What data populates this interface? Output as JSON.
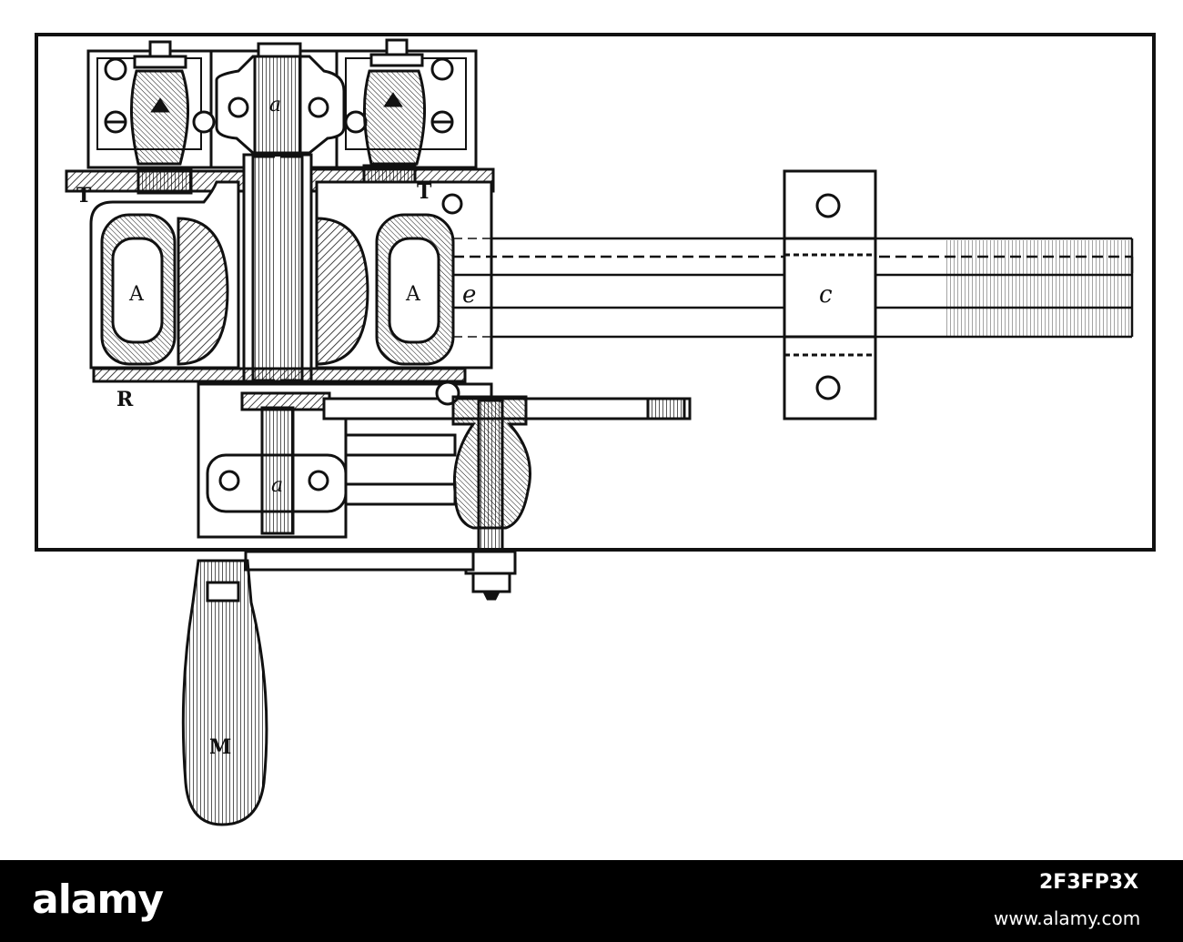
{
  "diagram": {
    "labels": {
      "T_left": "T",
      "T_right": "T",
      "R": "R",
      "A_left": "A",
      "A_right": "A",
      "e": "e",
      "c": "c",
      "a_top": "a",
      "a_bottom": "a",
      "M": "M"
    }
  },
  "watermark": {
    "logo": "alamy",
    "image_id": "2F3FP3X",
    "url": "www.alamy.com"
  },
  "colors": {
    "ink": "#111111",
    "paper": "#ffffff",
    "watermark_bg": "#000000"
  }
}
